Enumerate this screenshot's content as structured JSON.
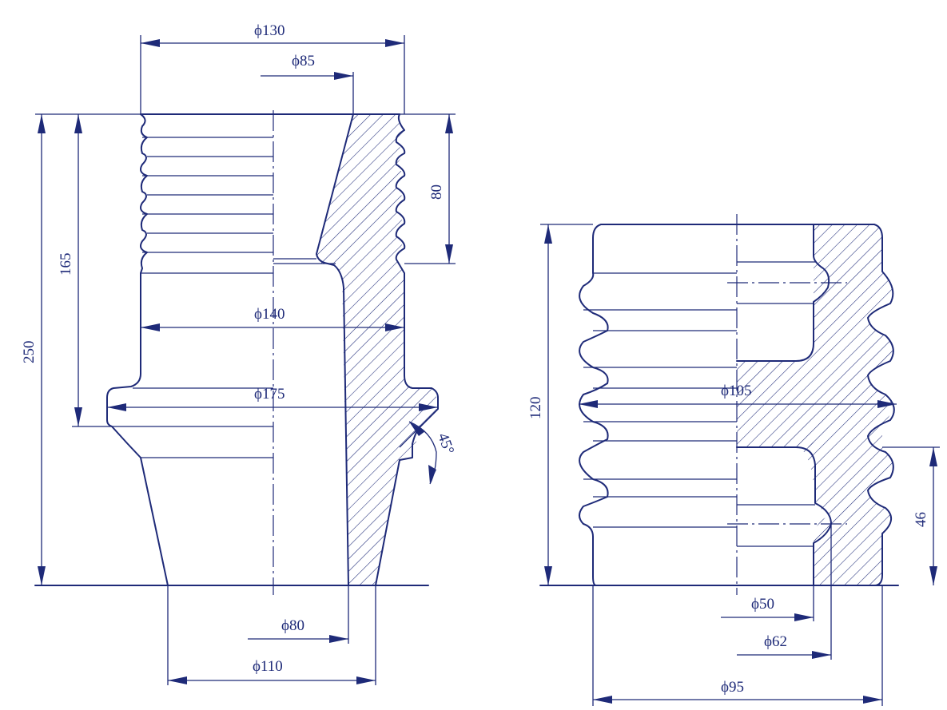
{
  "left_part": {
    "dims": {
      "d130": "ϕ130",
      "d85": "ϕ85",
      "d140": "ϕ140",
      "d175": "ϕ175",
      "d80": "ϕ80",
      "d110": "ϕ110",
      "h250": "250",
      "h165": "165",
      "h80": "80",
      "angle45": "45°"
    }
  },
  "right_part": {
    "dims": {
      "h120": "120",
      "d105": "ϕ105",
      "h46": "46",
      "d50": "ϕ50",
      "d62": "ϕ62",
      "d95": "ϕ95"
    }
  },
  "colors": {
    "line": "#1e2a78",
    "background": "#ffffff"
  }
}
